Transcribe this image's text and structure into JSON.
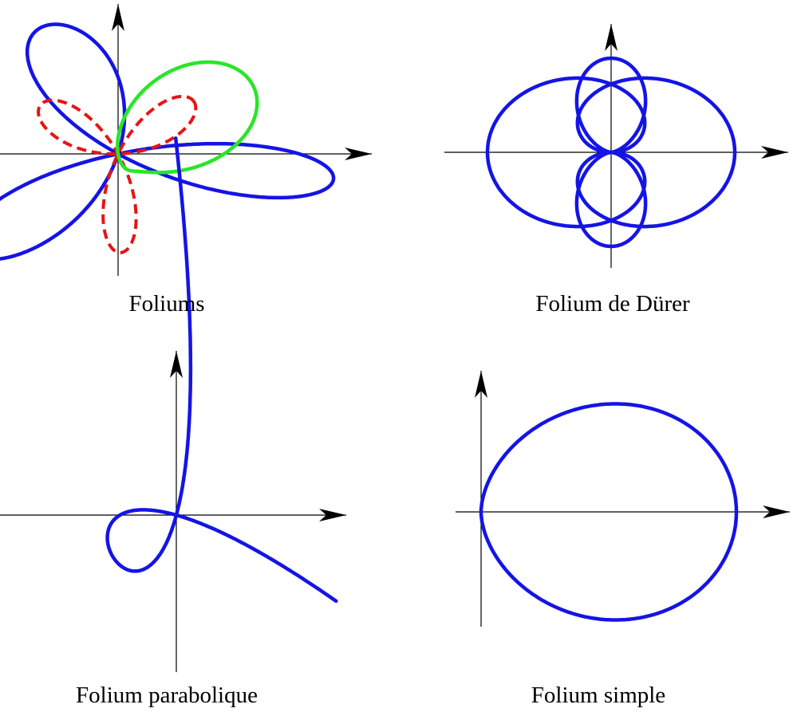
{
  "figure": {
    "panels": [
      {
        "id": "foliums",
        "caption": "Foliums",
        "curves": [
          {
            "name": "folium-blue",
            "color": "#1414e6",
            "dash": "solid"
          },
          {
            "name": "folium-red",
            "color": "#e61414",
            "dash": "dashed"
          },
          {
            "name": "folium-green",
            "color": "#28e628",
            "dash": "solid"
          }
        ]
      },
      {
        "id": "durer",
        "caption": "Folium de Dürer",
        "curves": [
          {
            "name": "durer-outer",
            "color": "#1414e6",
            "dash": "solid"
          },
          {
            "name": "durer-inner",
            "color": "#1414e6",
            "dash": "solid"
          }
        ]
      },
      {
        "id": "parabolique",
        "caption": "Folium parabolique",
        "curves": [
          {
            "name": "parabolic-folium",
            "color": "#1414e6",
            "dash": "solid"
          }
        ]
      },
      {
        "id": "simple",
        "caption": "Folium simple",
        "curves": [
          {
            "name": "simple-folium",
            "color": "#1414e6",
            "dash": "solid"
          }
        ]
      }
    ],
    "axis_color": "#000000"
  }
}
